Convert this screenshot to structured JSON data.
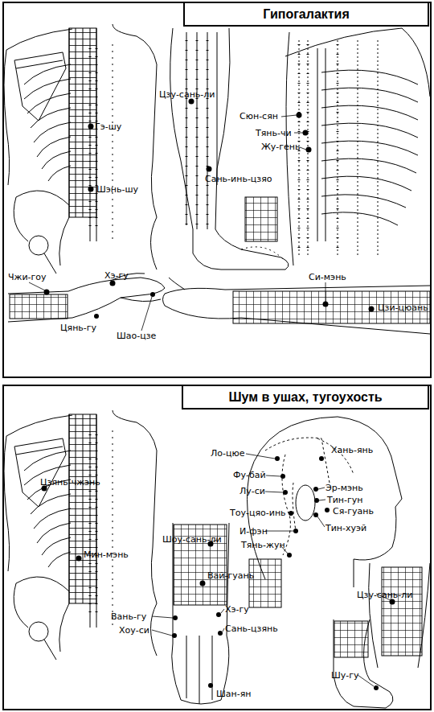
{
  "diagram": {
    "nodes": [
      {
        "text": [
          "Гипогалактия"
        ]
      },
      {
        "text": [
          "Шум в ушах, тугоухость"
        ]
      }
    ],
    "labels": [
      "Гэ-шу",
      "Шэнь-шу",
      "Цзу-сань-ли",
      "Сюн-сян",
      "Тянь-чи",
      "Жу-гень",
      "Сань-инь-цзяо",
      "Чжи-гоу",
      "Хэ-гу",
      "Цянь-гу",
      "Шао-цзе",
      "Си-мэнь",
      "Цзи-цюань",
      "Цзянь-чжэнь",
      "Ло-цюе",
      "Хань-янь",
      "Фу-бай",
      "Эр-мэнь",
      "Лу-си",
      "Тин-гун",
      "Тоу-цяо-инь",
      "Ся-гуань",
      "Тин-хуэй",
      "И-фэн",
      "Тянь-жун",
      "Шоу-сань-ли",
      "Мин-мэнь",
      "Вай-гуань",
      "Цзу-сань-ли",
      "Вань-гу",
      "Хэ-гу",
      "Хоу-си",
      "Сань-цзянь",
      "Шан-ян",
      "Шу-гу"
    ]
  }
}
